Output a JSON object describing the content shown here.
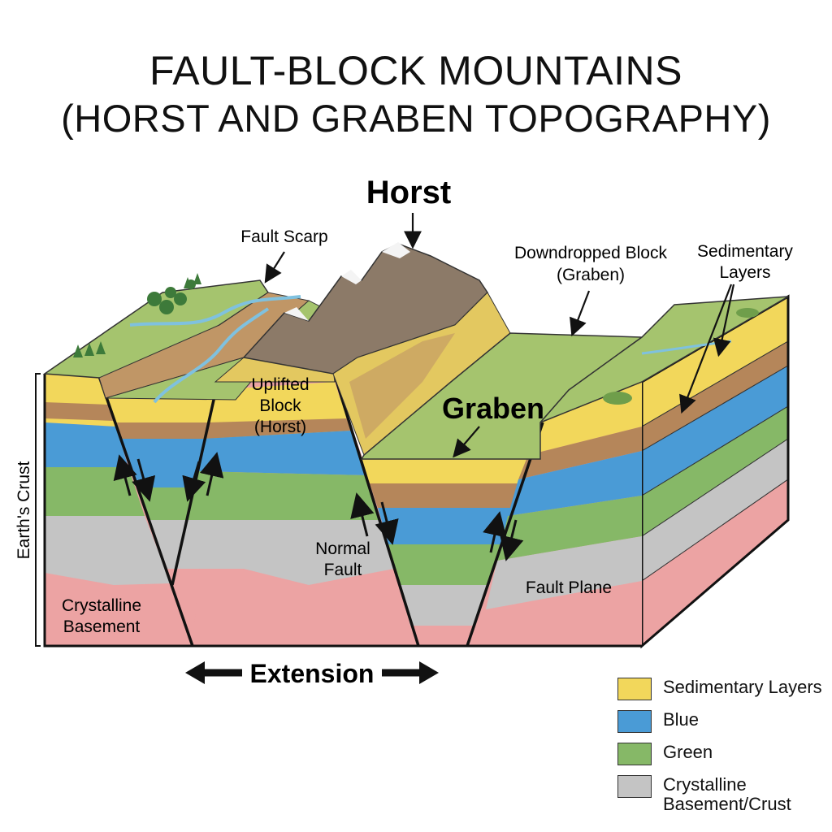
{
  "title": {
    "line1": "FAULT-BLOCK MOUNTAINS",
    "line2": "(HORST AND GRABEN TOPOGRAPHY)"
  },
  "labels": {
    "horst_top": "Horst",
    "fault_scarp": "Fault Scarp",
    "downdropped_line1": "Downdropped Block",
    "downdropped_line2": "(Graben)",
    "sedimentary_line1": "Sedimentary",
    "sedimentary_line2": "Layers",
    "uplifted_line1": "Uplifted",
    "uplifted_line2": "Block",
    "uplifted_line3": "(Horst)",
    "graben": "Graben",
    "normal_fault_line1": "Normal",
    "normal_fault_line2": "Fault",
    "fault_plane": "Fault Plane",
    "earths_crust": "Earth's Crust",
    "crystalline_line1": "Crystalline",
    "crystalline_line2": "Basement",
    "extension": "Extension"
  },
  "legend": [
    {
      "label": "Sedimentary Layers",
      "color": "#f2d75b"
    },
    {
      "label": "Blue",
      "color": "#4a9bd6"
    },
    {
      "label": "Green",
      "color": "#86b867"
    },
    {
      "label": "Crystalline Basement/Crust",
      "color": "#c4c4c4"
    }
  ],
  "colors": {
    "yellow": "#f2d75b",
    "brown": "#b5865a",
    "blue": "#4a9bd6",
    "green": "#86b867",
    "gray": "#c4c4c4",
    "pink": "#eca3a3",
    "grass": "#a5c46e",
    "cliff": "#c09666",
    "rock": "#8c7a68",
    "snow": "#f4f4f4"
  }
}
